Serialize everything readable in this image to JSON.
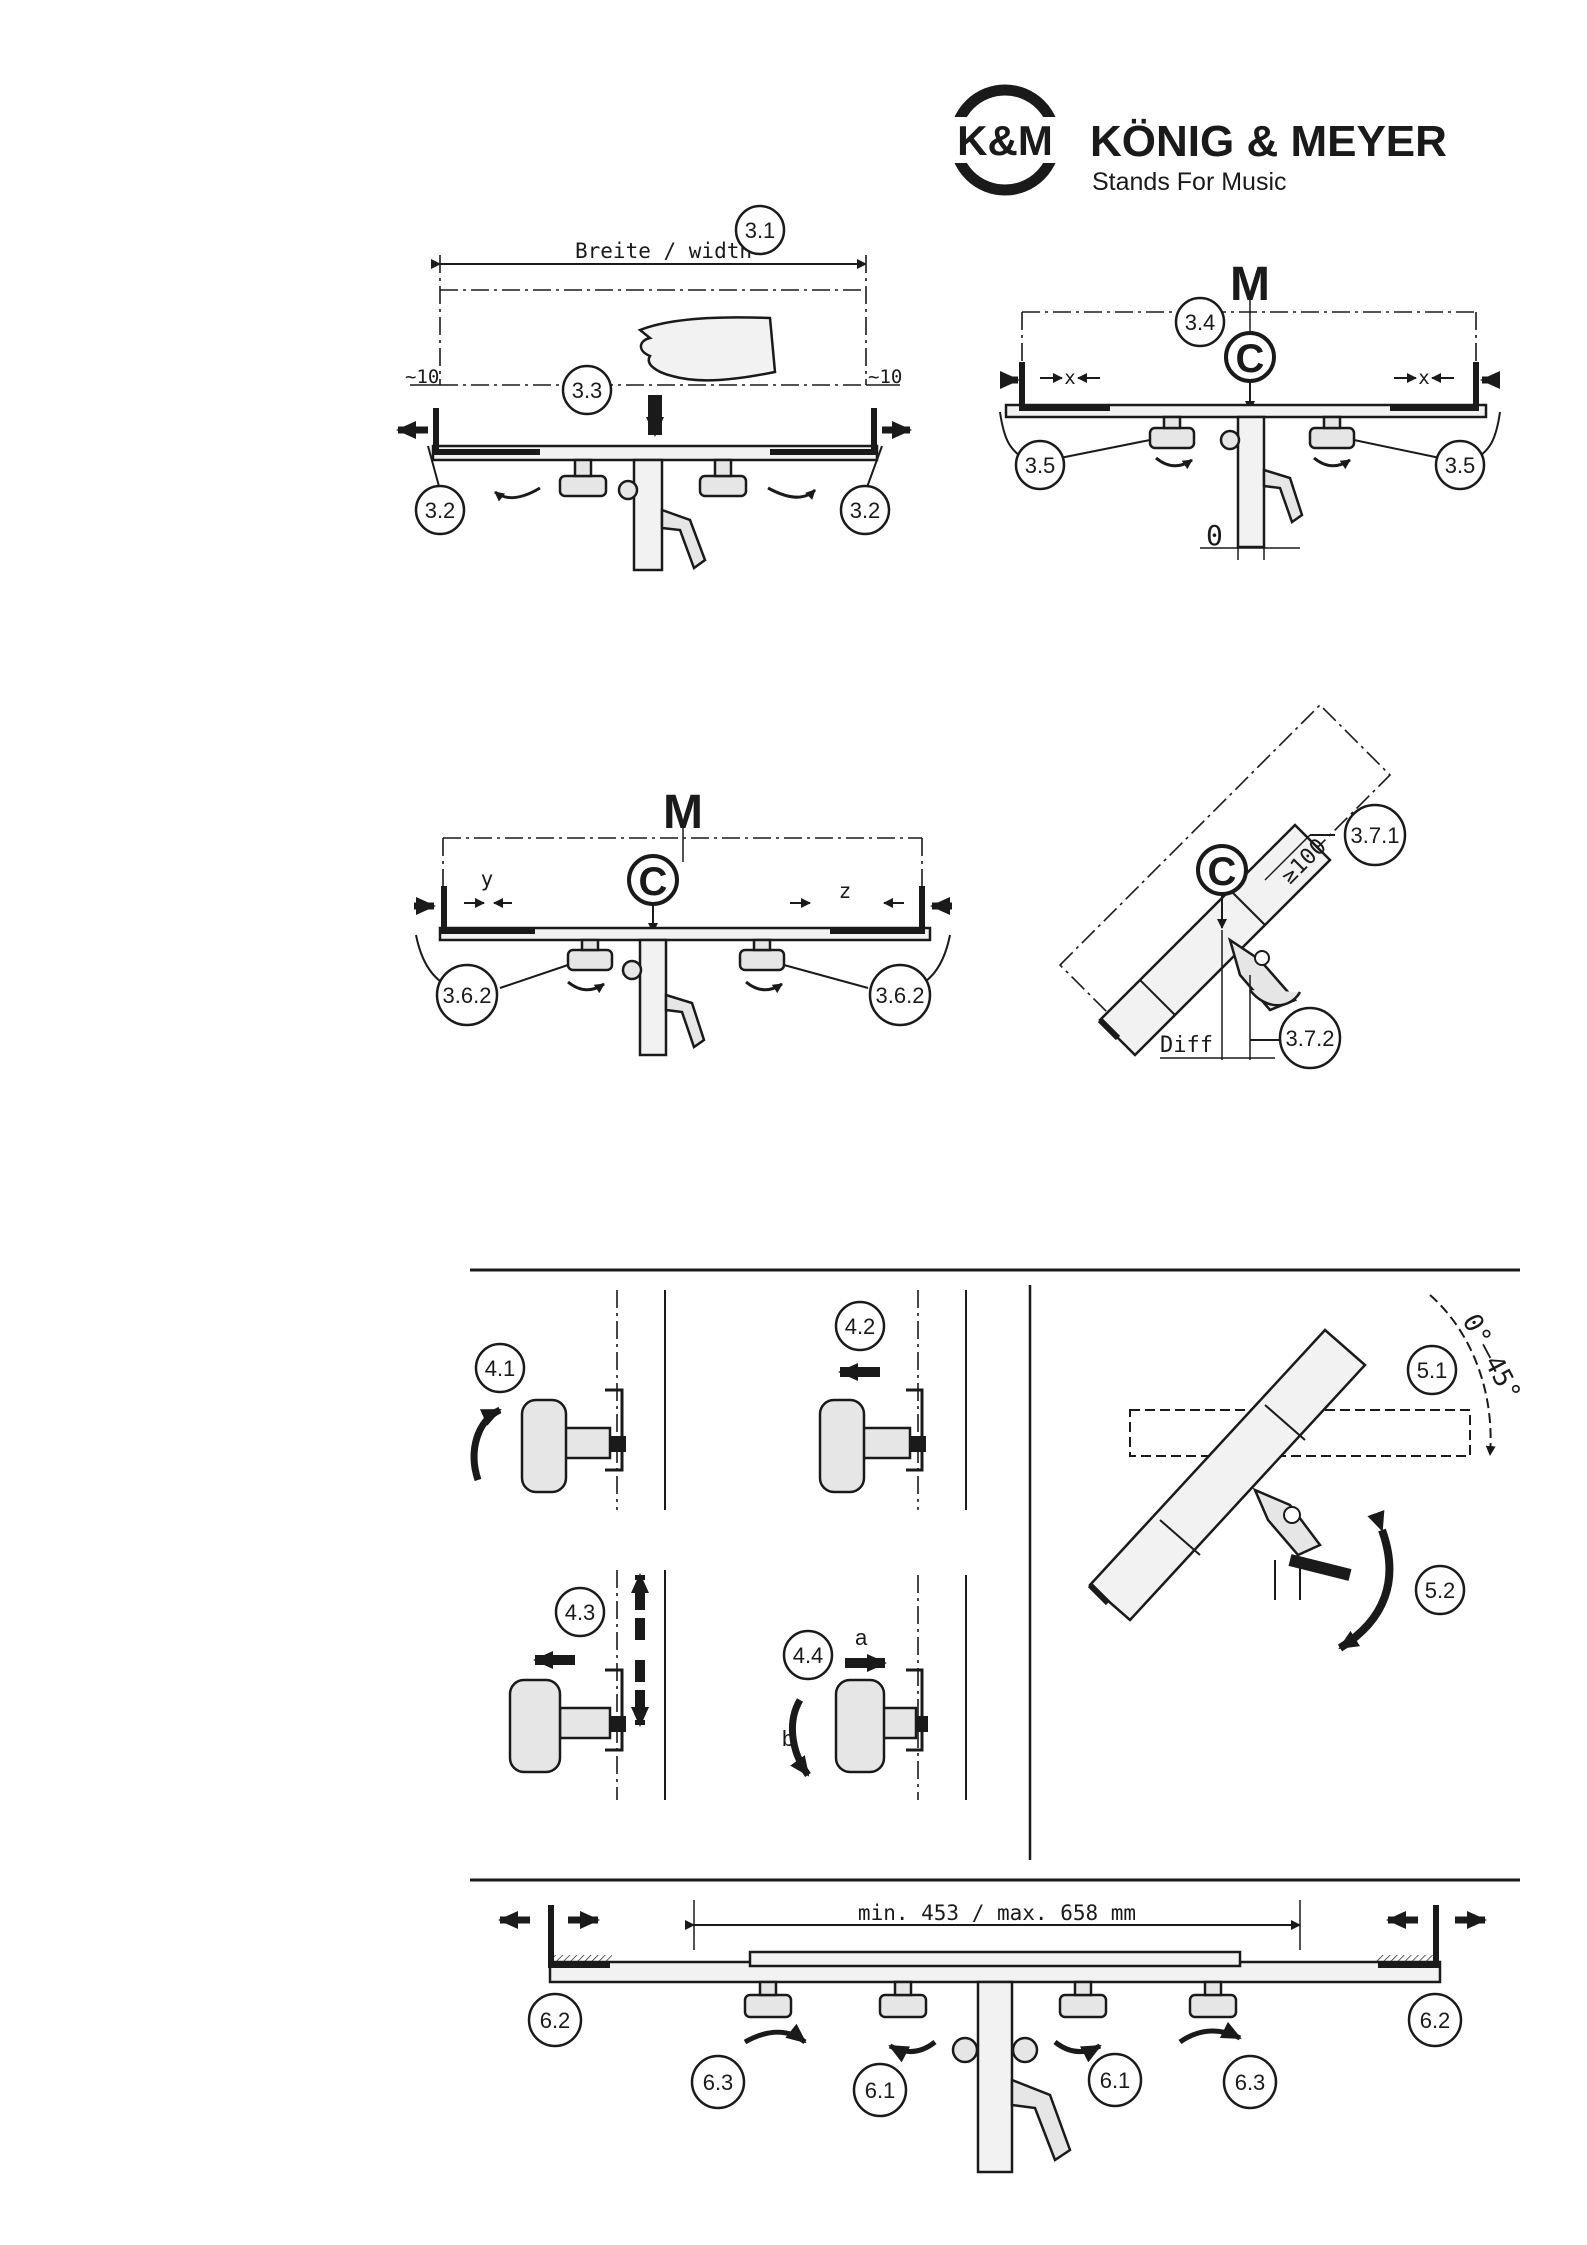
{
  "brand": {
    "logo_text": "K&M",
    "name": "KÖNIG & MEYER",
    "slogan": "Stands For Music"
  },
  "fig3": {
    "width_label": "Breite / width",
    "callout_width": "3.1",
    "callout_push": "3.3",
    "callout_slide": "3.2",
    "approx_left": "~10",
    "approx_right": "~10"
  },
  "fig34": {
    "mark_m": "M",
    "mark_c": "C",
    "callout_measure": "3.4",
    "callout_adjust": "3.5",
    "gap_left": "x",
    "gap_right": "x",
    "offset_zero": "0"
  },
  "fig36": {
    "mark_m": "M",
    "mark_c": "C",
    "callout": "3.6.2",
    "gap_y": "y",
    "gap_z": "z"
  },
  "fig37": {
    "mark_c": "C",
    "callout_min": "3.7.1",
    "callout_diff": "3.7.2",
    "min_dim": "≥100",
    "diff_label": "Diff"
  },
  "fig4": {
    "callout_1": "4.1",
    "callout_2": "4.2",
    "callout_3": "4.3",
    "callout_4": "4.4",
    "step_a": "a",
    "step_b": "b"
  },
  "fig5": {
    "callout_1": "5.1",
    "callout_2": "5.2",
    "angle_range": "0°–45°"
  },
  "fig6": {
    "range_label": "min. 453 / max. 658 mm",
    "callout_center": "6.1",
    "callout_slide": "6.2",
    "callout_outer": "6.3"
  }
}
